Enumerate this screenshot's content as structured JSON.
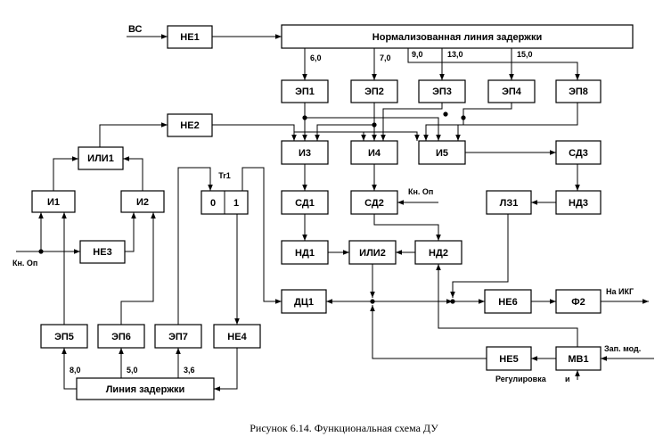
{
  "caption": "Рисунок 6.14. Функциональная схема ДУ",
  "inputs": {
    "bc": "ВС",
    "kn_op_left": "Кн. Оп",
    "kn_op_mid": "Кн. Оп",
    "zap_mod": "Зап. мод.",
    "regulirovka": "Регулировка",
    "i_mark": "и"
  },
  "outputs": {
    "na_ikg": "На ИКГ"
  },
  "taps": {
    "t1": "6,0",
    "t2": "7,0",
    "t3": "9,0",
    "t4": "13,0",
    "t5": "15,0",
    "b1": "8,0",
    "b2": "5,0",
    "b3": "3,6"
  },
  "blocks": {
    "ne1": "НЕ1",
    "nld": "Нормализованная линия задержки",
    "ep1": "ЭП1",
    "ep2": "ЭП2",
    "ep3": "ЭП3",
    "ep4": "ЭП4",
    "ep8": "ЭП8",
    "ne2": "НЕ2",
    "ili1": "ИЛИ1",
    "i1": "И1",
    "i2": "И2",
    "ne3": "НЕ3",
    "tr1": "Tr1",
    "tr_0": "0",
    "tr_1": "1",
    "i3": "И3",
    "i4": "И4",
    "i5": "И5",
    "sd1": "СД1",
    "sd2": "СД2",
    "sd3": "СД3",
    "lz1": "ЛЗ1",
    "nd3": "НД3",
    "nd1": "НД1",
    "ili2": "ИЛИ2",
    "nd2": "НД2",
    "dc1": "ДЦ1",
    "ne6": "НЕ6",
    "f2": "Ф2",
    "ep5": "ЭП5",
    "ep6": "ЭП6",
    "ep7": "ЭП7",
    "ne4": "НЕ4",
    "ne5": "НЕ5",
    "mv1": "МВ1",
    "ld": "Линия задержки"
  }
}
